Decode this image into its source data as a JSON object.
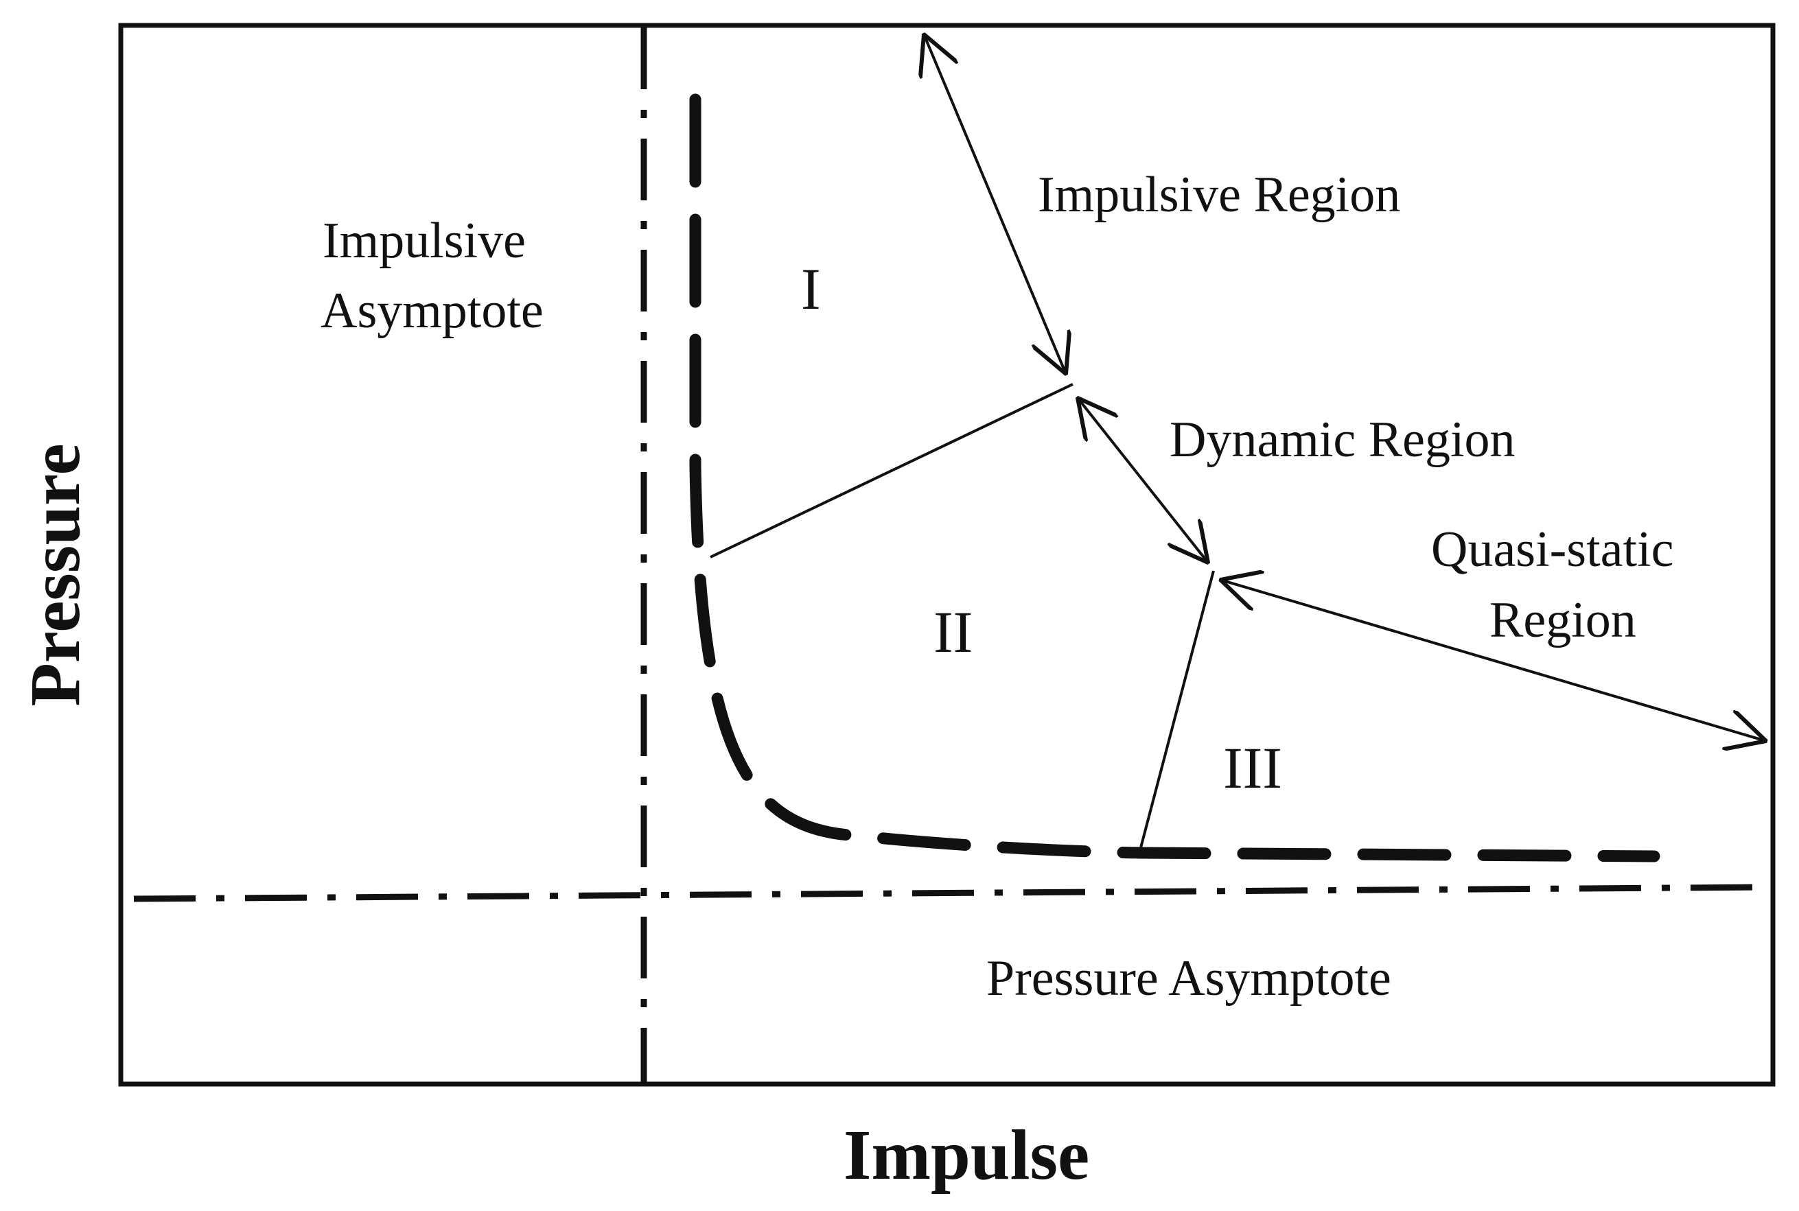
{
  "axes": {
    "x_title": "Impulse",
    "y_title": "Pressure"
  },
  "asymptotes": {
    "impulsive": [
      "Impulsive",
      "Asymptote"
    ],
    "pressure": "Pressure Asymptote"
  },
  "regions": {
    "impulsive": "Impulsive Region",
    "dynamic": "Dynamic Region",
    "quasi_static": [
      "Quasi-static",
      "Region"
    ]
  },
  "zones": {
    "one": "I",
    "two": "II",
    "three": "III"
  },
  "colors": {
    "ink": "#111111",
    "background": "#ffffff"
  }
}
